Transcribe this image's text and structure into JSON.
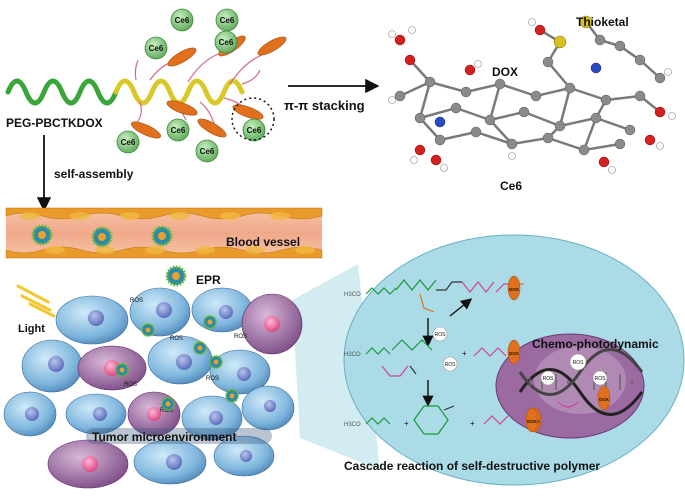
{
  "labels": {
    "polymer": "PEG-PBCTKDOX",
    "stacking": "π-π stacking",
    "thioketal": "Thioketal",
    "dox": "DOX",
    "ce6_mol": "Ce6",
    "self_assembly": "self-assembly",
    "blood_vessel": "Blood vessel",
    "epr": "EPR",
    "light": "Light",
    "tumor": "Tumor microenvironment",
    "chemo": "Chemo-photodynamic",
    "cascade": "Cascade reaction of self-destructive polymer",
    "ros": "ROS",
    "ce6_bead": "Ce6",
    "dox_tag": "DOX",
    "h3co": "H3CO"
  },
  "colors": {
    "peg_chain": "#3aa63a",
    "pbc_chain": "#d8c82a",
    "dox_ellipse": "#e0701e",
    "ce6_bead": "#7cc47a",
    "vessel": "#f2b28e",
    "zoom_bg": "#aadbe6",
    "nucleus": "#9a6aa0"
  }
}
